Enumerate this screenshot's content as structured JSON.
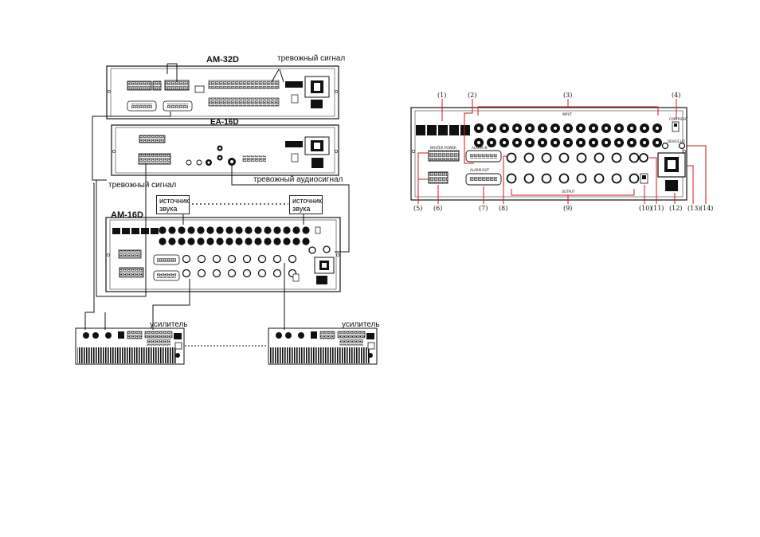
{
  "left": {
    "devices": {
      "am32d": "AM-32D",
      "ea16d": "EA-16D",
      "am16d": "AM-16D"
    },
    "alarm_signal_top": "тревожный сигнал",
    "alarm_signal_mid": "тревожный сигнал",
    "alarm_audio": "тревожный аудиосигнал",
    "source1": "источник звука",
    "source2": "источник звука",
    "amp1": "усилитель",
    "amp2": "усилитель"
  },
  "right": {
    "callouts": [
      "(1)",
      "(2)",
      "(3)",
      "(4)",
      "(5)",
      "(6)",
      "(7)",
      "(8)",
      "(9)",
      "(10)",
      "(11)",
      "(12)",
      "(13)",
      "(14)"
    ],
    "input_label": "INPUT",
    "output_label": "OUTPUT",
    "alarm_in": "ALARM IN",
    "alarm_out": "ALARM OUT",
    "master": "MASTER",
    "power": "POWER",
    "device_io": "DEVICE I/O",
    "copyright": "COPYRIGHT"
  },
  "colors": {
    "callout_line": "#d0161f",
    "ink": "#111111"
  }
}
